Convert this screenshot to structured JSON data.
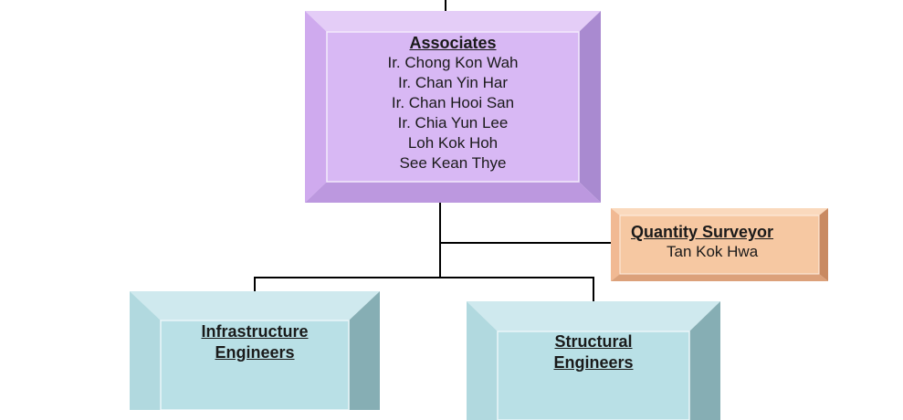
{
  "chart": {
    "associates": {
      "title": "Associates",
      "members": [
        "Ir. Chong Kon Wah",
        "Ir. Chan Yin Har",
        "Ir. Chan Hooi San",
        "Ir. Chia Yun Lee",
        "Loh Kok Hoh",
        "See Kean Thye"
      ]
    },
    "quantity_surveyor": {
      "title": "Quantity Surveyor",
      "member": "Tan Kok Hwa"
    },
    "infrastructure": {
      "title_line1": "Infrastructure",
      "title_line2": "Engineers"
    },
    "structural": {
      "title_line1": "Structural",
      "title_line2": "Engineers"
    }
  },
  "colors": {
    "associates": "#d8b8f4",
    "quantity_surveyor": "#f6c8a2",
    "engineers": "#b9e0e6"
  }
}
